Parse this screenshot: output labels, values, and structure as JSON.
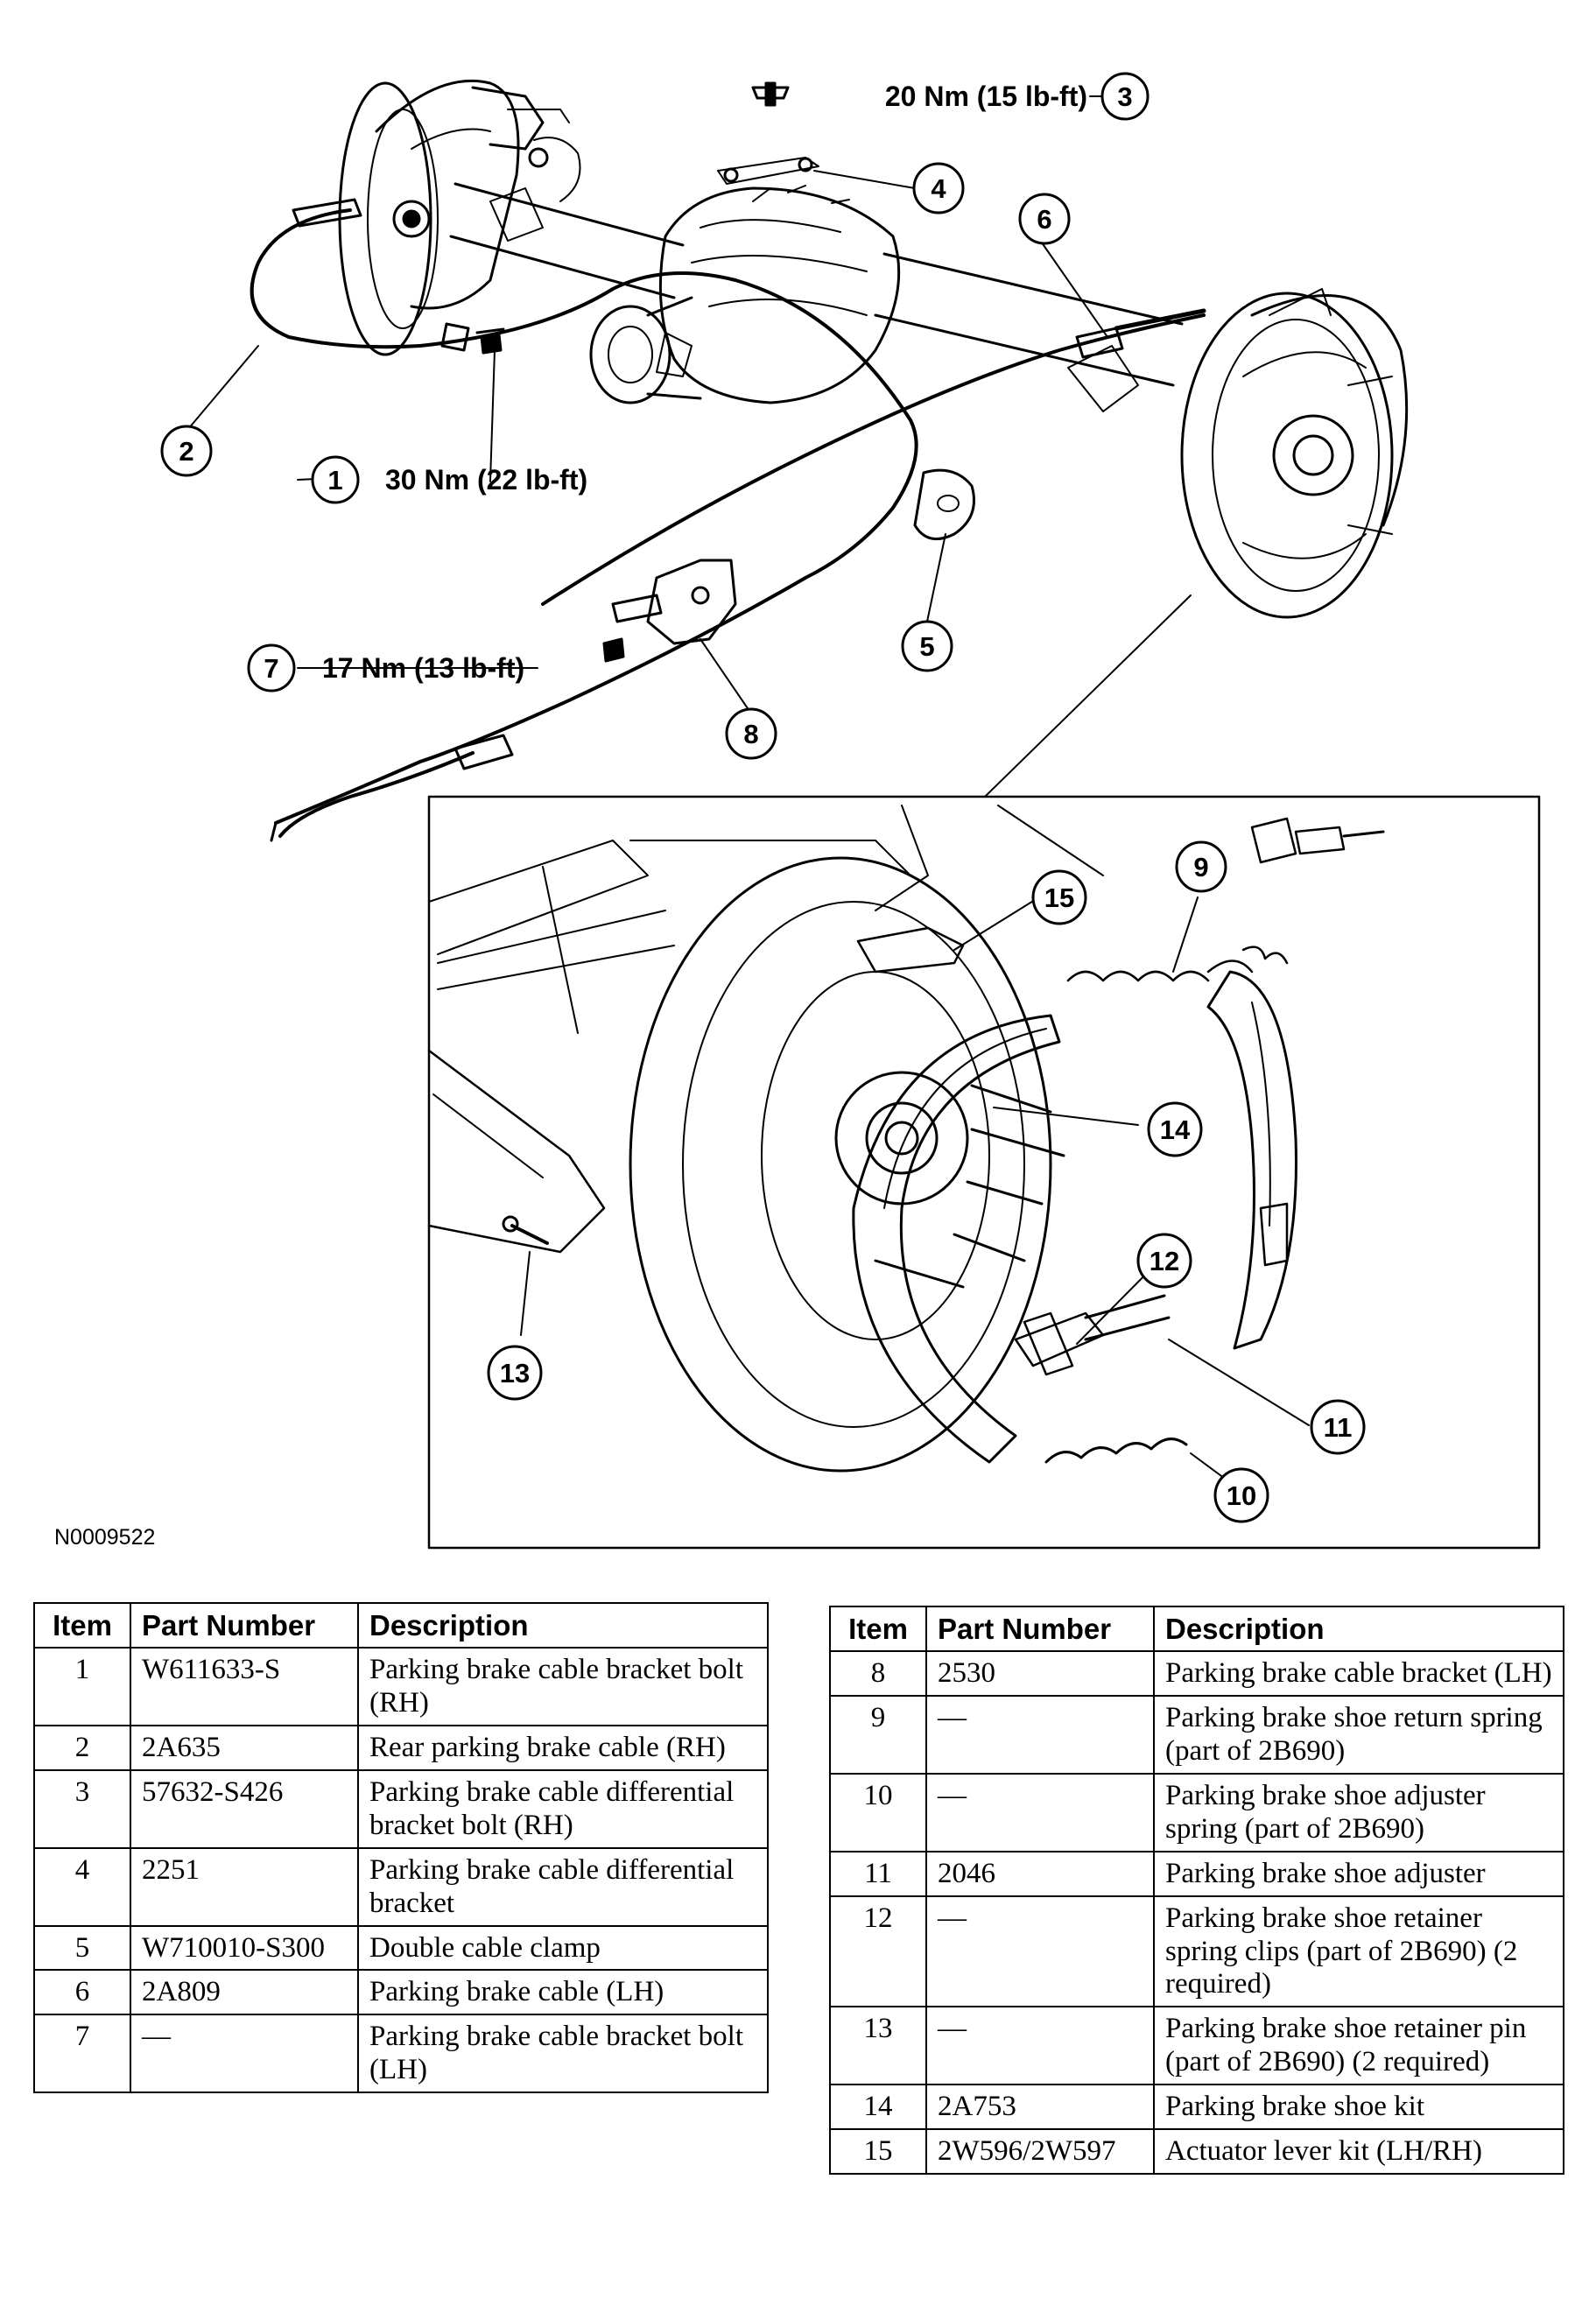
{
  "callouts": [
    {
      "num": "1",
      "torque": "30 Nm (22 lb-ft)"
    },
    {
      "num": "2",
      "torque": ""
    },
    {
      "num": "3",
      "torque": "20 Nm (15 lb-ft)"
    },
    {
      "num": "4",
      "torque": ""
    },
    {
      "num": "5",
      "torque": ""
    },
    {
      "num": "6",
      "torque": ""
    },
    {
      "num": "7",
      "torque": "17 Nm (13 lb-ft)"
    },
    {
      "num": "8",
      "torque": ""
    },
    {
      "num": "9",
      "torque": ""
    },
    {
      "num": "10",
      "torque": ""
    },
    {
      "num": "11",
      "torque": ""
    },
    {
      "num": "12",
      "torque": ""
    },
    {
      "num": "13",
      "torque": ""
    },
    {
      "num": "14",
      "torque": ""
    },
    {
      "num": "15",
      "torque": ""
    }
  ],
  "figure_id": "N0009522",
  "table": {
    "headers": {
      "item": "Item",
      "part": "Part Number",
      "desc": "Description"
    },
    "left_rows": [
      {
        "item": "1",
        "part": "W611633-S",
        "desc": "Parking brake cable bracket bolt (RH)"
      },
      {
        "item": "2",
        "part": "2A635",
        "desc": "Rear parking brake cable (RH)"
      },
      {
        "item": "3",
        "part": "57632-S426",
        "desc": "Parking brake cable differential bracket bolt (RH)"
      },
      {
        "item": "4",
        "part": "2251",
        "desc": "Parking brake cable differential bracket"
      },
      {
        "item": "5",
        "part": "W710010-S300",
        "desc": "Double cable clamp"
      },
      {
        "item": "6",
        "part": "2A809",
        "desc": "Parking brake cable (LH)"
      },
      {
        "item": "7",
        "part": "—",
        "desc": "Parking brake cable bracket bolt (LH)"
      }
    ],
    "right_rows": [
      {
        "item": "8",
        "part": "2530",
        "desc": "Parking brake cable bracket (LH)"
      },
      {
        "item": "9",
        "part": "—",
        "desc": "Parking brake shoe return spring (part of 2B690)"
      },
      {
        "item": "10",
        "part": "—",
        "desc": "Parking brake shoe adjuster spring (part of 2B690)"
      },
      {
        "item": "11",
        "part": "2046",
        "desc": "Parking brake shoe adjuster"
      },
      {
        "item": "12",
        "part": "—",
        "desc": "Parking brake shoe retainer spring clips (part of 2B690) (2 required)"
      },
      {
        "item": "13",
        "part": "—",
        "desc": "Parking brake shoe retainer pin (part of 2B690) (2 required)"
      },
      {
        "item": "14",
        "part": "2A753",
        "desc": "Parking brake shoe kit"
      },
      {
        "item": "15",
        "part": "2W596/2W597",
        "desc": "Actuator lever kit (LH/RH)"
      }
    ]
  }
}
